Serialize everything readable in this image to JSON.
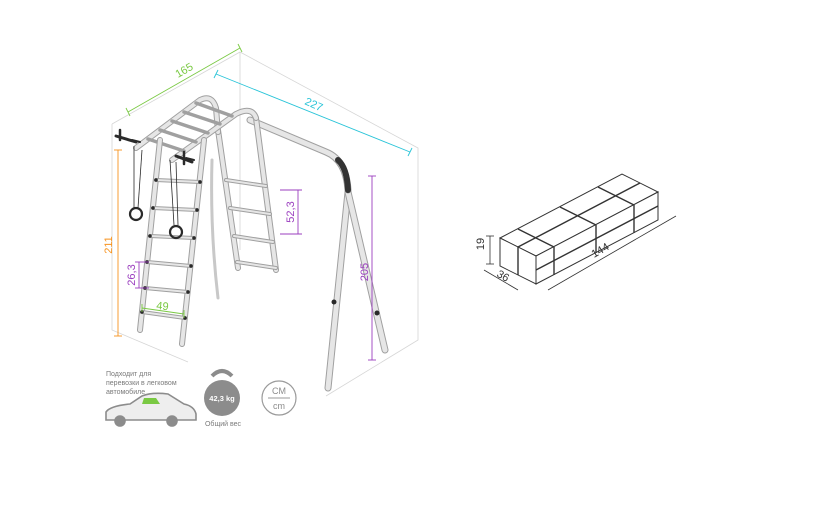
{
  "dimensions": {
    "depth": "165",
    "width": "227",
    "total_height": "211",
    "beam_height": "205",
    "ladder_section": "52,3",
    "rung_spacing": "26,3",
    "ladder_width": "49"
  },
  "package": {
    "height": "19",
    "depth": "36",
    "length": "144"
  },
  "info": {
    "car_caption_lines": [
      "Подходит для",
      "перевозки в легковом",
      "автомобиле"
    ],
    "weight_value": "42,3 kg",
    "weight_caption": "Общий вес",
    "units_top": "CM",
    "units_bottom": "cm"
  },
  "colors": {
    "depth": "#7ac943",
    "width": "#29c4d8",
    "total_height": "#f7931e",
    "heights": "#9b3fbf",
    "frame": "#dcdcdc",
    "frame_outline": "#a0a0a0",
    "joint": "#2a2a2a"
  }
}
